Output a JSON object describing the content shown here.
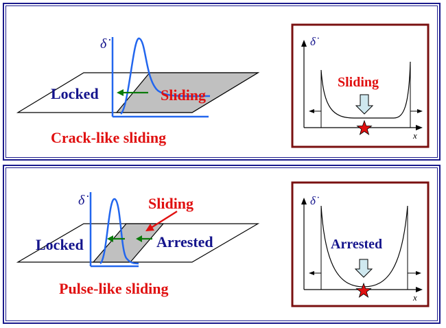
{
  "top": {
    "locked_label": "Locked",
    "sliding_label": "Sliding",
    "caption": "Crack-like sliding",
    "axis_symbol": "δ̇",
    "inset": {
      "y_symbol": "δ̇",
      "x_symbol": "x",
      "label": "Sliding"
    }
  },
  "bottom": {
    "locked_label": "Locked",
    "sliding_label": "Sliding",
    "arrested_label": "Arrested",
    "caption": "Pulse-like sliding",
    "axis_symbol": "δ̇",
    "inset": {
      "y_symbol": "δ̇",
      "x_symbol": "x",
      "label": "Arrested"
    }
  },
  "colors": {
    "frame": "#1a1a8c",
    "inset_frame": "#7a1010",
    "blue_text": "#14148c",
    "red_text": "#e01010",
    "curve": "#2266ee",
    "arrow_green": "#0a7a0a",
    "sliding_fill": "#c0c0c0",
    "hypocenter_star": "#e01010",
    "down_arrow_fill": "#cfe8ef"
  }
}
